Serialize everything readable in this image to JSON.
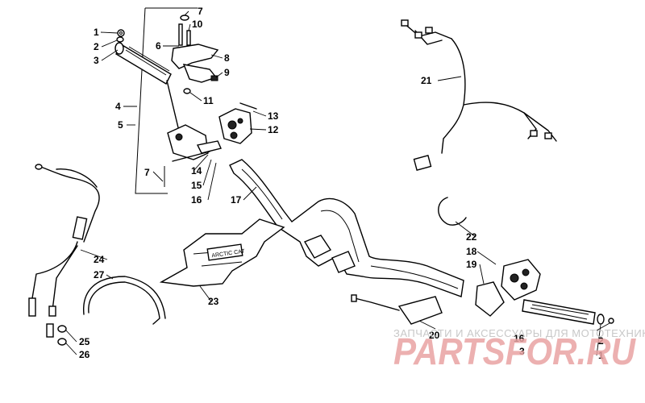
{
  "callouts": {
    "c1a": "1",
    "c2a": "2",
    "c3a": "3",
    "c4": "4",
    "c5": "5",
    "c6": "6",
    "c7a": "7",
    "c7b": "7",
    "c8": "8",
    "c9": "9",
    "c10": "10",
    "c11": "11",
    "c12": "12",
    "c13": "13",
    "c14": "14",
    "c15": "15",
    "c16a": "16",
    "c17": "17",
    "c18": "18",
    "c19": "19",
    "c20": "20",
    "c21": "21",
    "c22": "22",
    "c23": "23",
    "c24": "24",
    "c25": "25",
    "c26": "26",
    "c27": "27",
    "c16b": "16",
    "c3b": "3",
    "c2b": "2",
    "c1b": "1"
  },
  "watermark": {
    "caption": "ЗАПЧАСТИ И АКСЕССУАРЫ ДЛЯ МОТОТЕХНИКИ",
    "brand": "PARTSFOR.RU"
  },
  "decal_text": "ARCTIC CAT"
}
